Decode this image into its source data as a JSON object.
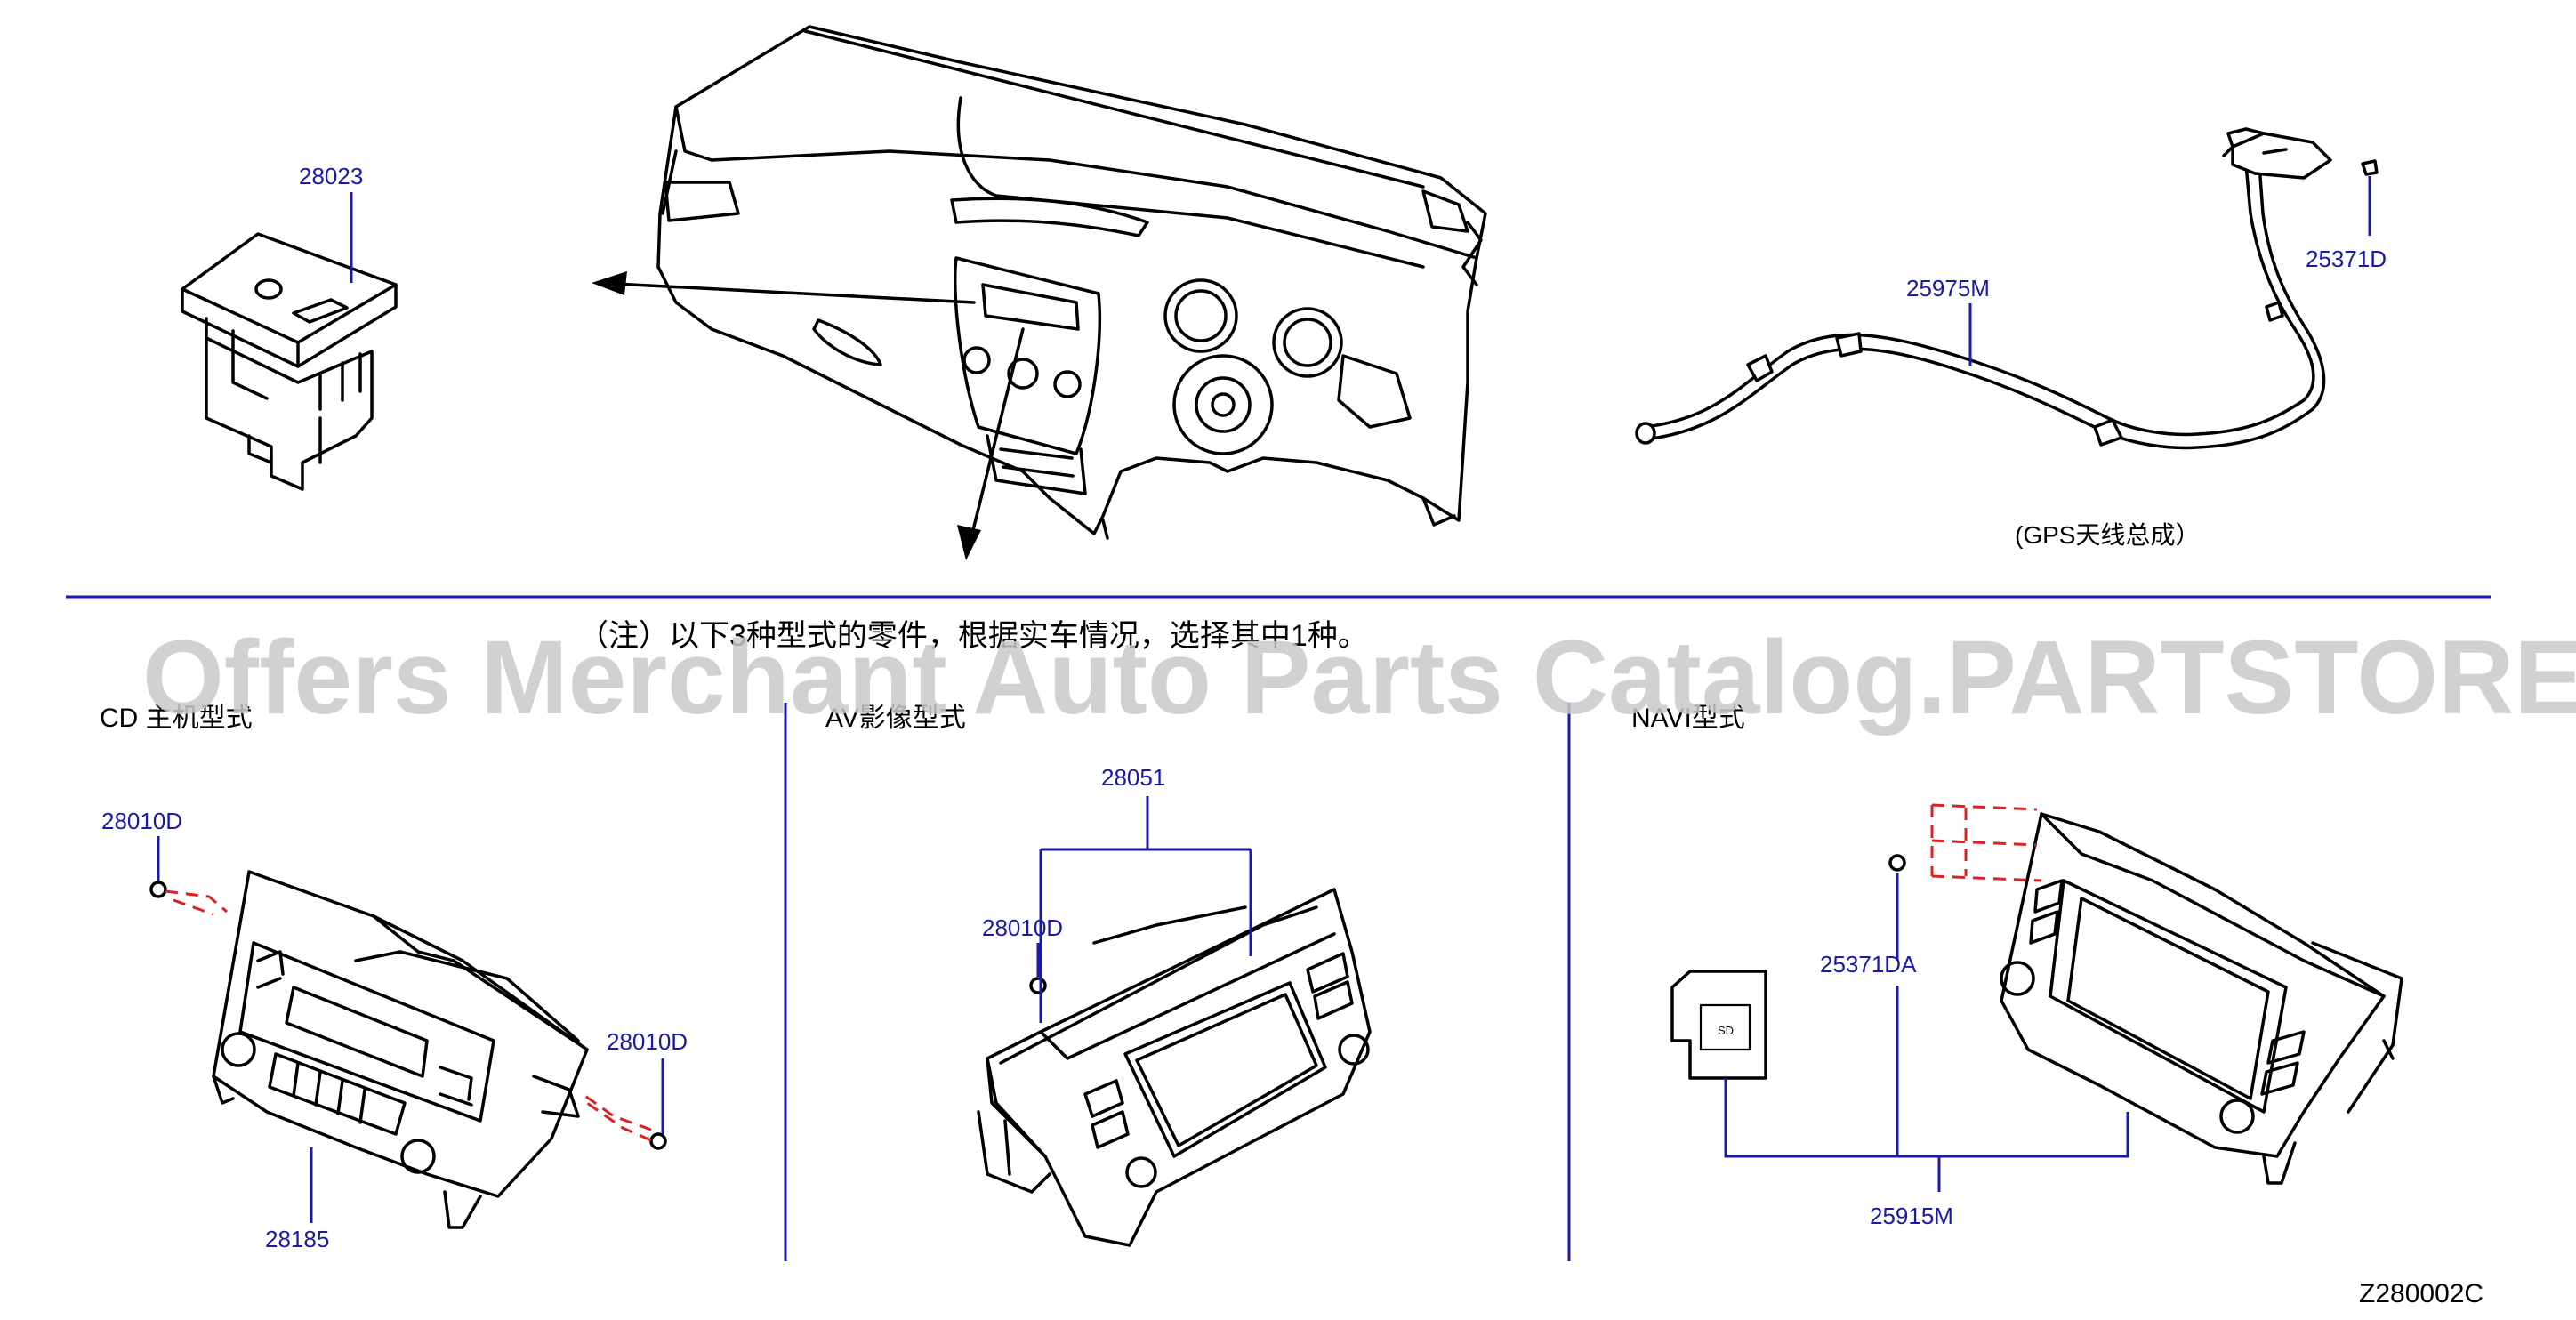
{
  "watermark": "Offers Merchant Auto Parts Catalog.PARTSTORE.SA",
  "note": "（注）以下3种型式的零件，根据实车情况，选择其中1种。",
  "sections": {
    "cd": "CD 主机型式",
    "av": "AV影像型式",
    "navi": "NAVI型式"
  },
  "gps_caption": "(GPS天线总成）",
  "sd_card_label": "SD",
  "diagram_code": "Z280002C",
  "parts": {
    "p28023": "28023",
    "p25975M": "25975M",
    "p25371D": "25371D",
    "p28010D_cd_left": "28010D",
    "p28010D_cd_right": "28010D",
    "p28185": "28185",
    "p28051": "28051",
    "p28010D_av": "28010D",
    "p25371DA": "25371DA",
    "p25915M": "25915M"
  },
  "colors": {
    "part_number": "#1a1aa8",
    "divider": "#1a1aa8",
    "fastener_leader": "#e02020",
    "line_art": "#000000",
    "watermark": "#c9c9c9"
  }
}
